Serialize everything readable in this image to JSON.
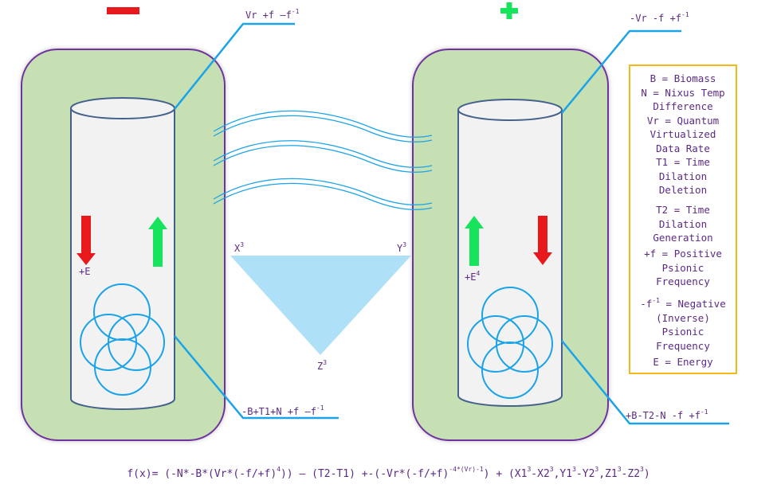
{
  "left_panel": {
    "sign": "minus",
    "top_label": {
      "main": "Vr +f –f",
      "sup": "-1"
    },
    "bottom_label": {
      "main": "-B+T1+N +f –f",
      "sup": "-1"
    },
    "energy_label": {
      "main": "+E",
      "sup": ""
    },
    "down_arrow_color": "#e8191c",
    "up_arrow_color": "#17e35c"
  },
  "right_panel": {
    "sign": "plus",
    "top_label": {
      "main": "-Vr -f +f",
      "sup": "-1"
    },
    "bottom_label": {
      "main": "+B-T2-N -f +f",
      "sup": "-1"
    },
    "energy_label": {
      "main": "+E",
      "sup": "4"
    },
    "down_arrow_color": "#e8191c",
    "up_arrow_color": "#17e35c"
  },
  "triangle": {
    "x": {
      "main": "X",
      "sup": "3"
    },
    "y": {
      "main": "Y",
      "sup": "3"
    },
    "z": {
      "main": "Z",
      "sup": "3"
    }
  },
  "legend": [
    "B = Biomass",
    "N = Nixus Temp",
    "Difference",
    "Vr = Quantum",
    "Virtualized",
    "Data Rate",
    "T1 = Time",
    "Dilation",
    "Deletion",
    "T2 = Time",
    "Dilation",
    "Generation",
    "+f = Positive",
    "Psionic",
    "Frequency",
    "-f",
    "-1",
    " = Negative",
    "(Inverse)",
    "Psionic",
    "Frequency",
    "E = Energy"
  ],
  "formula": {
    "p1": "f(x)= (-N*-B*(Vr*(-f/+f)",
    "s1": "4",
    "p2": ")) – (T2-T1) +-(-Vr*(-f/+f)",
    "s2": "-4*(Vr)-1",
    "p3": ") + (X1",
    "s3": "3",
    "p4": "-X2",
    "s4": "3",
    "p5": ",Y1",
    "s5": "3",
    "p6": "-Y2",
    "s6": "3",
    "p7": ",Z1",
    "s7": "3",
    "p8": "-Z2",
    "s8": "3",
    "p9": ")"
  },
  "colors": {
    "panel_fill": "#c6e0b4",
    "panel_border": "#7030a0",
    "cylinder_fill": "#f2f2f2",
    "cylinder_stroke": "#44618b",
    "line": "#1aa3e8",
    "triangle": "#aee0f7",
    "text": "#5b2a86",
    "legend_border": "#f5b918",
    "minus": "#e8191c",
    "plus": "#17e35c"
  }
}
